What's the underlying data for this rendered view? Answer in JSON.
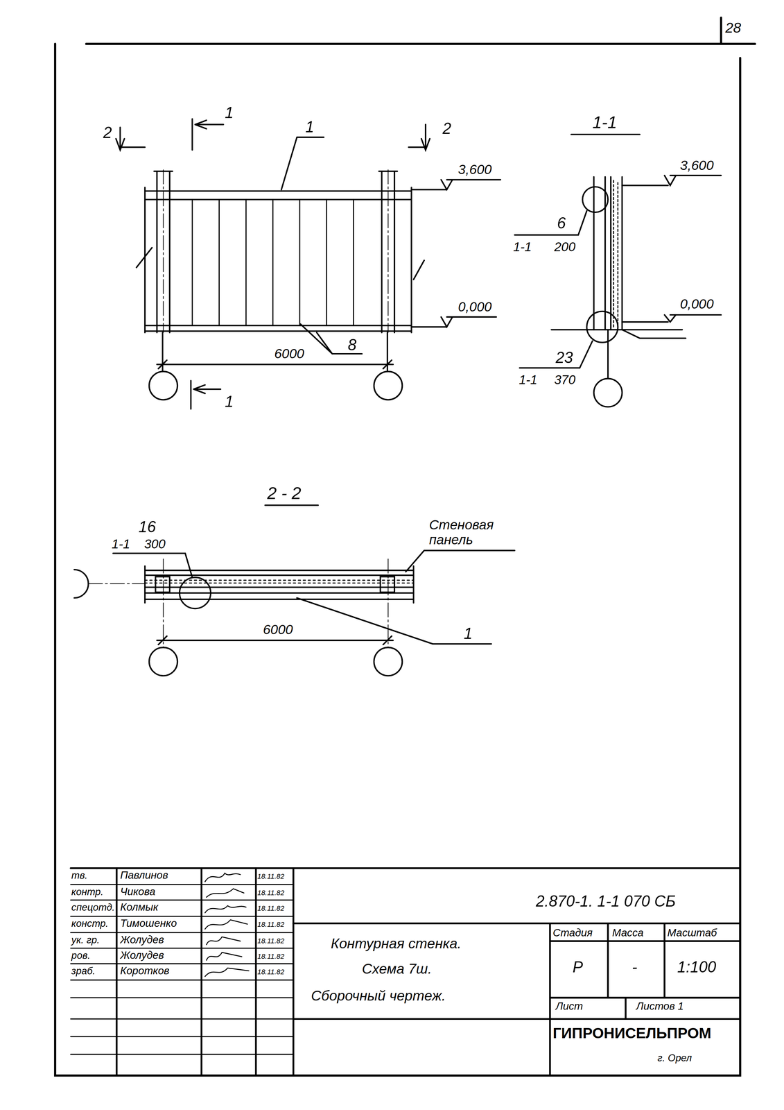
{
  "diagram": {
    "labels": [
      "28",
      "2",
      "1",
      "2",
      "1",
      "3,600",
      "0,000",
      "8",
      "6000",
      "1",
      "1-1",
      "3,600",
      "6",
      "1-1",
      "200",
      "0,000",
      "23",
      "1-1",
      "370",
      "2 - 2",
      "16",
      "1-1",
      "300",
      "Стеновая панель",
      "6000",
      "1",
      "тв.",
      "Павлинов",
      "18.11.82",
      "контр.",
      "Чикова",
      "18.11.82",
      "спецотд.",
      "Колмык",
      "18.11.82",
      "констр.",
      "Тимошенко",
      "18.11.82",
      "ук. гр.",
      "Жолудев",
      "18.11.82",
      "ров.",
      "Жолудев",
      "18.11.82",
      "зраб.",
      "Коротков",
      "18.11.82",
      "2.870-1. 1-1 070 СБ",
      "Контурная стенка.",
      "Схема 7ш.",
      "Сборочный чертеж.",
      "Стадия",
      "Масса",
      "Масштаб",
      "Р",
      "-",
      "1:100",
      "Лист",
      "Листов 1",
      "ГИПРОНИСЕЛЬПРОМ",
      "г. Орел"
    ]
  }
}
